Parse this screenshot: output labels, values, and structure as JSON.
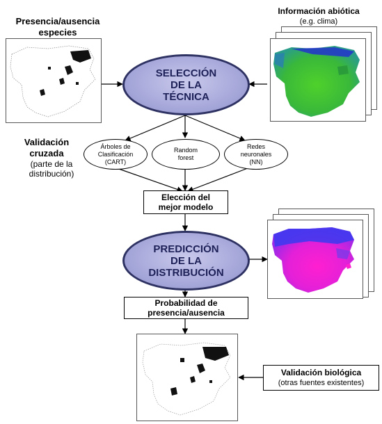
{
  "inputs": {
    "species": "Presencia/ausencia\nespecies",
    "abiotic_title": "Información abiótica",
    "abiotic_sub": "(e.g. clima)"
  },
  "steps": {
    "selection": "SELECCIÓN\nDE LA\nTÉCNICA",
    "prediction": "PREDICCIÓN\nDE LA\nDISTRIBUCIÓN",
    "best_model": "Elección del\nmejor modelo",
    "probability": "Probabilidad de\npresencia/ausencia"
  },
  "techniques": [
    {
      "label": "Árboles de\nClasificación\n(CART)"
    },
    {
      "label": "Random\nforest"
    },
    {
      "label": "Redes\nneuronales\n(NN)"
    }
  ],
  "cross_validation": {
    "title": "Validación\ncruzada",
    "note": "(parte de la\ndistribución)"
  },
  "bio_validation": {
    "title": "Validación biológica",
    "note": "(otras fuentes existentes)"
  },
  "colors": {
    "ellipse_fill": "#a7a8da",
    "ellipse_border": "#2e3262",
    "ellipse_text": "#1d2158",
    "clima_map": [
      "#2a9d3a",
      "#4fd12b",
      "#2233cc"
    ],
    "prediction_map": [
      "#ff1fd0",
      "#c020e0",
      "#3a3af0"
    ]
  }
}
